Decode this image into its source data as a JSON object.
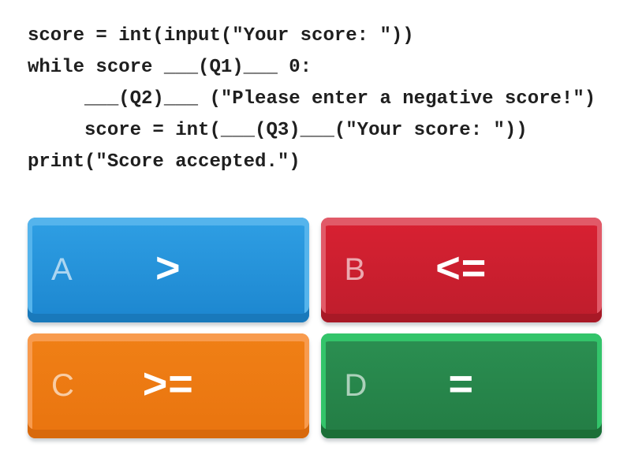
{
  "code": {
    "lines": [
      "score = int(input(\"Your score: \"))",
      "while score ___(Q1)___ 0:",
      "     ___(Q2)___ (\"Please enter a negative score!\")",
      "     score = int(___(Q3)___(\"Your score: \"))",
      "print(\"Score accepted.\")"
    ]
  },
  "answers": [
    {
      "letter": "A",
      "text": ">",
      "colors": {
        "rim": "#55b4ec",
        "face_top": "#2f9fe4",
        "face_bottom": "#1c86cf",
        "bevel": "#1979bb"
      }
    },
    {
      "letter": "B",
      "text": "<=",
      "colors": {
        "rim": "#e15a68",
        "face_top": "#d92132",
        "face_bottom": "#be1d2c",
        "bevel": "#a81926"
      }
    },
    {
      "letter": "C",
      "text": ">=",
      "colors": {
        "rim": "#f89b4e",
        "face_top": "#f08016",
        "face_bottom": "#e9740f",
        "bevel": "#d8690c"
      }
    },
    {
      "letter": "D",
      "text": "=",
      "colors": {
        "rim": "#33c46a",
        "face_top": "#2b9052",
        "face_bottom": "#237c44",
        "bevel": "#1b6f38"
      }
    }
  ]
}
